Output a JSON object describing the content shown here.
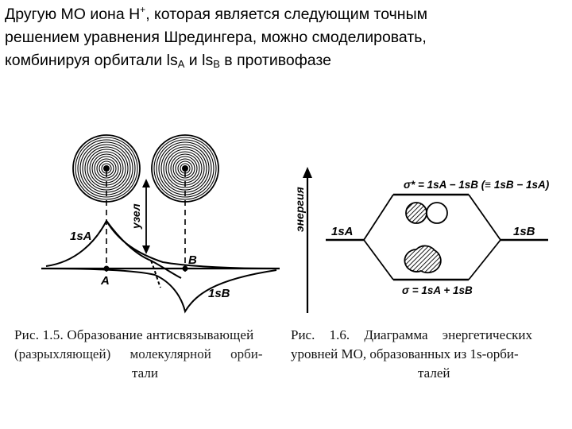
{
  "heading": {
    "l1_a": "Другую МО иона Н",
    "l1_sup": "+",
    "l1_b": ", которая является следующим точным",
    "l2": "решением уравнения Шредингера, можно смоделировать,",
    "l3_a": "комбинируя орбитали ls",
    "l3_subA": "A",
    "l3_b": " и ls",
    "l3_subB": "B",
    "l3_c": " в противофазе"
  },
  "fig15": {
    "label_1sA": "1sA",
    "label_1sB": "1sB",
    "label_A": "A",
    "label_B": "B",
    "label_node": "узел",
    "caption_lines": [
      "Рис. 1.5. Образование антисвязывающей",
      "(разрыхляющей) молекулярной орби-",
      "тали"
    ]
  },
  "fig16": {
    "axis_label": "энергия",
    "label_1sA": "1sA",
    "label_1sB": "1sB",
    "antibonding_eq": "σ* = 1sA − 1sB (≡ 1sB − 1sA)",
    "bonding_eq": "σ = 1sA + 1sB",
    "caption_lines": [
      "Рис. 1.6. Диаграмма энергетических",
      "уровней МО, образованных из 1s-орби-",
      "талей"
    ]
  }
}
